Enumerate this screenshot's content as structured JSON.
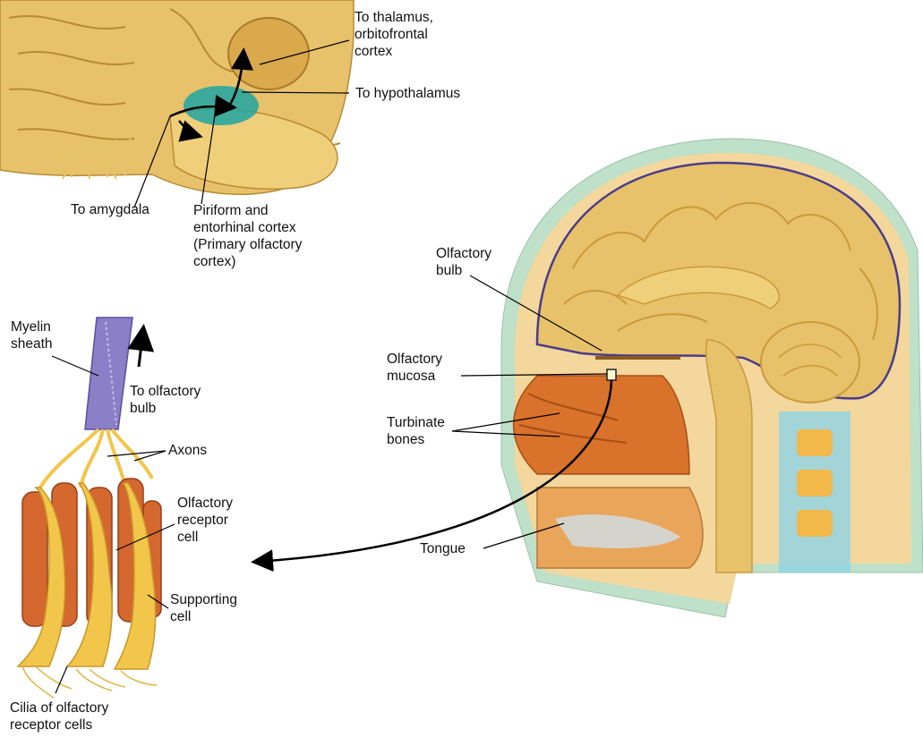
{
  "labels": {
    "to_thalamus": "To thalamus,\norbitofrontal\ncortex",
    "to_hypothalamus": "To hypothalamus",
    "to_amygdala": "To amygdala",
    "piriform": "Piriform and\nentorhinal cortex\n(Primary olfactory\ncortex)",
    "myelin_sheath": "Myelin\nsheath",
    "to_olfactory_bulb": "To olfactory\nbulb",
    "axons": "Axons",
    "olfactory_receptor_cell": "Olfactory\nreceptor\ncell",
    "supporting_cell": "Supporting\ncell",
    "cilia": "Cilia of olfactory\nreceptor cells",
    "olfactory_bulb": "Olfactory\nbulb",
    "olfactory_mucosa": "Olfactory\nmucosa",
    "turbinate_bones": "Turbinate\nbones",
    "tongue": "Tongue"
  },
  "colors": {
    "brain": "#e8c26a",
    "brain_dark": "#c99a3c",
    "cortex_teal": "#2aa6a0",
    "nasal_orange": "#d9722a",
    "cell_red": "#d4682f",
    "cell_yellow": "#f2c64a",
    "myelin_purple": "#8b7fc8",
    "spine_blue": "#8fd3e6",
    "skin": "#f3d79c"
  }
}
